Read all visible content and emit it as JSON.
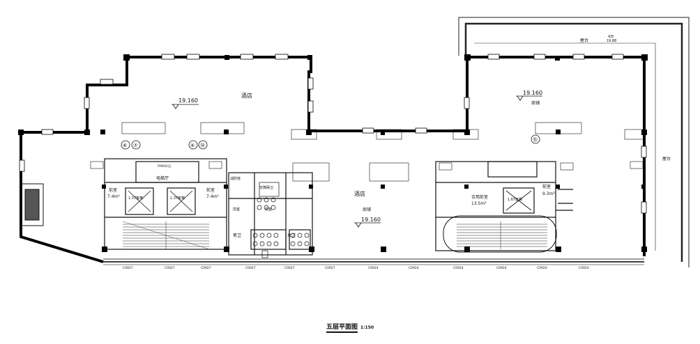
{
  "labels": {
    "hotel_top": "酒店",
    "level_top_left": "19.160",
    "level_top_right": "19.160",
    "shop_top_right": "商铺",
    "terrace_top": "屋台",
    "terrace_level_a": "4/8",
    "terrace_level_b": "19.88",
    "terrace_right": "屋台",
    "hotel_mid": "酒店",
    "shop_mid": "商铺",
    "level_mid": "19.160",
    "elevator_hall": "电梯厅",
    "stair_left_a": "前室",
    "area_left_a": "7.4m²",
    "stair_left_b": "前室",
    "area_left_b": "7.4m²",
    "shared_anteroom": "合用前室",
    "area_shared": "13.5m²",
    "anteroom_right": "前室",
    "area_right": "9.3m²",
    "elev_1": "1.3T客梯",
    "elev_2": "1.3T客梯",
    "elev_3": "1.6T客梯",
    "mens_wc": "男卫",
    "womens_wc": "女卫",
    "accessible_wc": "无障碍卫",
    "front_room_a": "前室",
    "front_room_b": "前室",
    "axis_a": "⑥",
    "axis_b": "⑦",
    "axis_c": "⑥",
    "axis_d": "⑭",
    "axis_e": "⑮",
    "fire_hydrant": "消防栓",
    "door_fm": "FM0924乙"
  },
  "window_labels": [
    "C0927",
    "C0927",
    "C0927",
    "C0927",
    "C0927",
    "C0927",
    "C0924",
    "C0924",
    "C0924",
    "C0924",
    "C0924",
    "C0924"
  ],
  "caption": {
    "title": "五层平面图",
    "scale": "1:150"
  }
}
